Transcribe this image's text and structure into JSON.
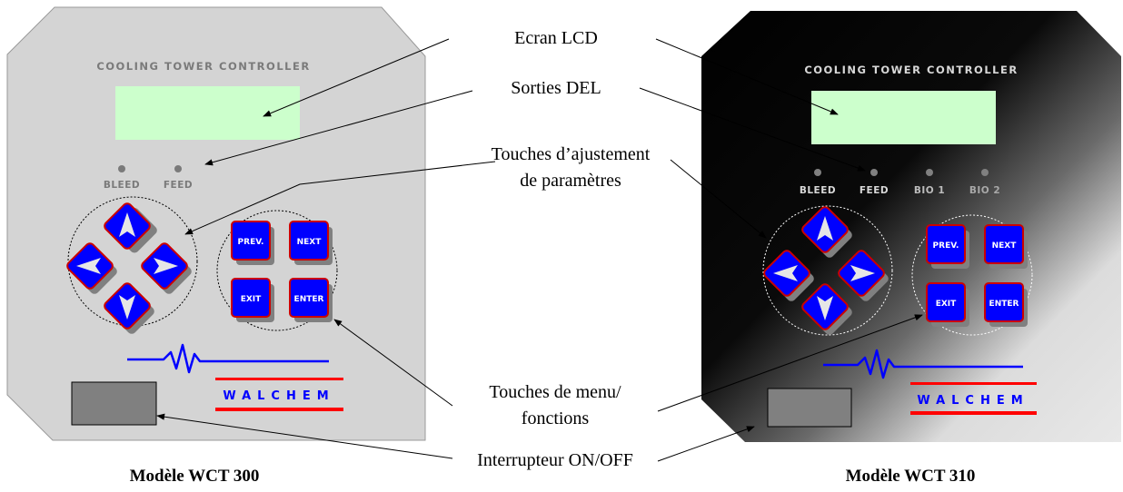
{
  "callouts": {
    "lcd_screen": "Ecran LCD",
    "led_outputs": "Sorties DEL",
    "adjust_keys_line1": "Touches d’ajustement",
    "adjust_keys_line2": "de paramètres",
    "menu_keys_line1": "Touches de menu/",
    "menu_keys_line2": "fonctions",
    "power_switch": "Interrupteur ON/OFF"
  },
  "left_unit": {
    "caption": "Modèle WCT 300",
    "title": "COOLING TOWER CONTROLLER",
    "leds": [
      "BLEED",
      "FEED"
    ],
    "buttons": {
      "prev": "PREV.",
      "next": "NEXT",
      "exit": "EXIT",
      "enter": "ENTER"
    },
    "brand": "WALCHEM",
    "body_color": "#d4d4d4"
  },
  "right_unit": {
    "caption": "Modèle WCT 310",
    "title": "COOLING TOWER CONTROLLER",
    "leds": [
      "BLEED",
      "FEED",
      "BIO 1",
      "BIO 2"
    ],
    "buttons": {
      "prev": "PREV.",
      "next": "NEXT",
      "exit": "EXIT",
      "enter": "ENTER"
    },
    "brand": "WALCHEM",
    "body_color": "#111111"
  },
  "colors": {
    "lcd": "#ccffcc",
    "button_fill": "#0000ff",
    "button_border": "#cc0000",
    "brand_text": "#0000ff",
    "brand_bar": "#ff0000",
    "trace": "#0000ff",
    "switch": "#808080"
  }
}
